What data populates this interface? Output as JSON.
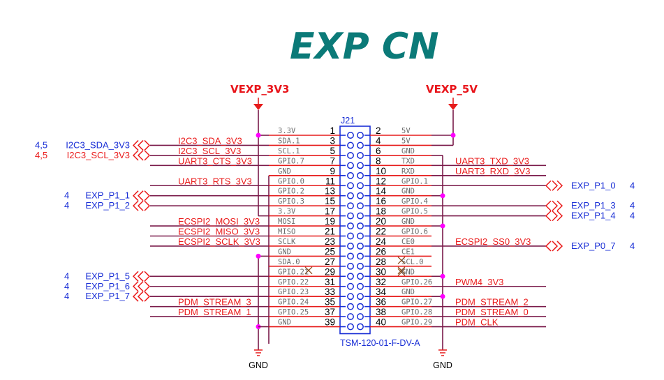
{
  "title": "EXP CN",
  "power": {
    "left_rail": "VEXP_3V3",
    "right_rail": "VEXP_5V",
    "ground_left": "GND",
    "ground_right": "GND"
  },
  "connector": {
    "refdes": "J21",
    "part_number": "TSM-120-01-F-DV-A",
    "rows": [
      {
        "odd_pin": "1",
        "odd_name": "3.3V",
        "odd_net": "",
        "even_pin": "2",
        "even_name": "5V",
        "even_net": ""
      },
      {
        "odd_pin": "3",
        "odd_name": "SDA.1",
        "odd_net": "I2C3_SDA_3V3",
        "even_pin": "4",
        "even_name": "5V",
        "even_net": ""
      },
      {
        "odd_pin": "5",
        "odd_name": "SCL.1",
        "odd_net": "I2C3_SCL_3V3",
        "even_pin": "6",
        "even_name": "GND",
        "even_net": ""
      },
      {
        "odd_pin": "7",
        "odd_name": "GPIO.7",
        "odd_net": "UART3_CTS_3V3",
        "even_pin": "8",
        "even_name": "TXD",
        "even_net": "UART3_TXD_3V3"
      },
      {
        "odd_pin": "9",
        "odd_name": "GND",
        "odd_net": "",
        "even_pin": "10",
        "even_name": "RXD",
        "even_net": "UART3_RXD_3V3"
      },
      {
        "odd_pin": "11",
        "odd_name": "GPIO.0",
        "odd_net": "UART3_RTS_3V3",
        "even_pin": "12",
        "even_name": "GPIO.1",
        "even_net": ""
      },
      {
        "odd_pin": "13",
        "odd_name": "GPIO.2",
        "odd_net": "",
        "even_pin": "14",
        "even_name": "GND",
        "even_net": ""
      },
      {
        "odd_pin": "15",
        "odd_name": "GPIO.3",
        "odd_net": "",
        "even_pin": "16",
        "even_name": "GPIO.4",
        "even_net": ""
      },
      {
        "odd_pin": "17",
        "odd_name": "3.3V",
        "odd_net": "",
        "even_pin": "18",
        "even_name": "GPIO.5",
        "even_net": ""
      },
      {
        "odd_pin": "19",
        "odd_name": "MOSI",
        "odd_net": "ECSPI2_MOSI_3V3",
        "even_pin": "20",
        "even_name": "GND",
        "even_net": ""
      },
      {
        "odd_pin": "21",
        "odd_name": "MISO",
        "odd_net": "ECSPI2_MISO_3V3",
        "even_pin": "22",
        "even_name": "GPIO.6",
        "even_net": ""
      },
      {
        "odd_pin": "23",
        "odd_name": "SCLK",
        "odd_net": "ECSPI2_SCLK_3V3",
        "even_pin": "24",
        "even_name": "CE0",
        "even_net": "ECSPI2_SS0_3V3"
      },
      {
        "odd_pin": "25",
        "odd_name": "GND",
        "odd_net": "",
        "even_pin": "26",
        "even_name": "CE1",
        "even_net": ""
      },
      {
        "odd_pin": "27",
        "odd_name": "SDA.0",
        "odd_net": "",
        "even_pin": "28",
        "even_name": "SCL.0",
        "even_net": ""
      },
      {
        "odd_pin": "29",
        "odd_name": "GPIO.21",
        "odd_net": "",
        "even_pin": "30",
        "even_name": "GND",
        "even_net": ""
      },
      {
        "odd_pin": "31",
        "odd_name": "GPIO.22",
        "odd_net": "",
        "even_pin": "32",
        "even_name": "GPIO.26",
        "even_net": "PWM4_3V3"
      },
      {
        "odd_pin": "33",
        "odd_name": "GPIO.23",
        "odd_net": "",
        "even_pin": "34",
        "even_name": "GND",
        "even_net": ""
      },
      {
        "odd_pin": "35",
        "odd_name": "GPIO.24",
        "odd_net": "PDM_STREAM_3",
        "even_pin": "36",
        "even_name": "GPIO.27",
        "even_net": "PDM_STREAM_2"
      },
      {
        "odd_pin": "37",
        "odd_name": "GPIO.25",
        "odd_net": "PDM_STREAM_1",
        "even_pin": "38",
        "even_name": "GPIO.28",
        "even_net": "PDM_STREAM_0"
      },
      {
        "odd_pin": "39",
        "odd_name": "GND",
        "odd_net": "",
        "even_pin": "40",
        "even_name": "GPIO.29",
        "even_net": "PDM_CLK"
      }
    ]
  },
  "offpage_left": [
    {
      "sheet": "4,5",
      "name": "I2C3_SDA_3V3",
      "color": "blue"
    },
    {
      "sheet": "4,5",
      "name": "I2C3_SCL_3V3",
      "color": "red"
    },
    {
      "sheet": "4",
      "name": "EXP_P1_1",
      "color": "blue"
    },
    {
      "sheet": "4",
      "name": "EXP_P1_2",
      "color": "blue"
    },
    {
      "sheet": "4",
      "name": "EXP_P1_5",
      "color": "blue"
    },
    {
      "sheet": "4",
      "name": "EXP_P1_6",
      "color": "blue"
    },
    {
      "sheet": "4",
      "name": "EXP_P1_7",
      "color": "blue"
    }
  ],
  "offpage_right": [
    {
      "sheet": "4",
      "name": "EXP_P1_0"
    },
    {
      "sheet": "4",
      "name": "EXP_P1_3"
    },
    {
      "sheet": "4",
      "name": "EXP_P1_4"
    },
    {
      "sheet": "4",
      "name": "EXP_P0_7"
    }
  ],
  "colors": {
    "title": "#0b7a78",
    "net_label": "#ea1b1b",
    "port_label": "#1a2fd6",
    "wire": "#7a1a4a",
    "pin": "#e61b1b",
    "junction": "#ff00ff"
  }
}
